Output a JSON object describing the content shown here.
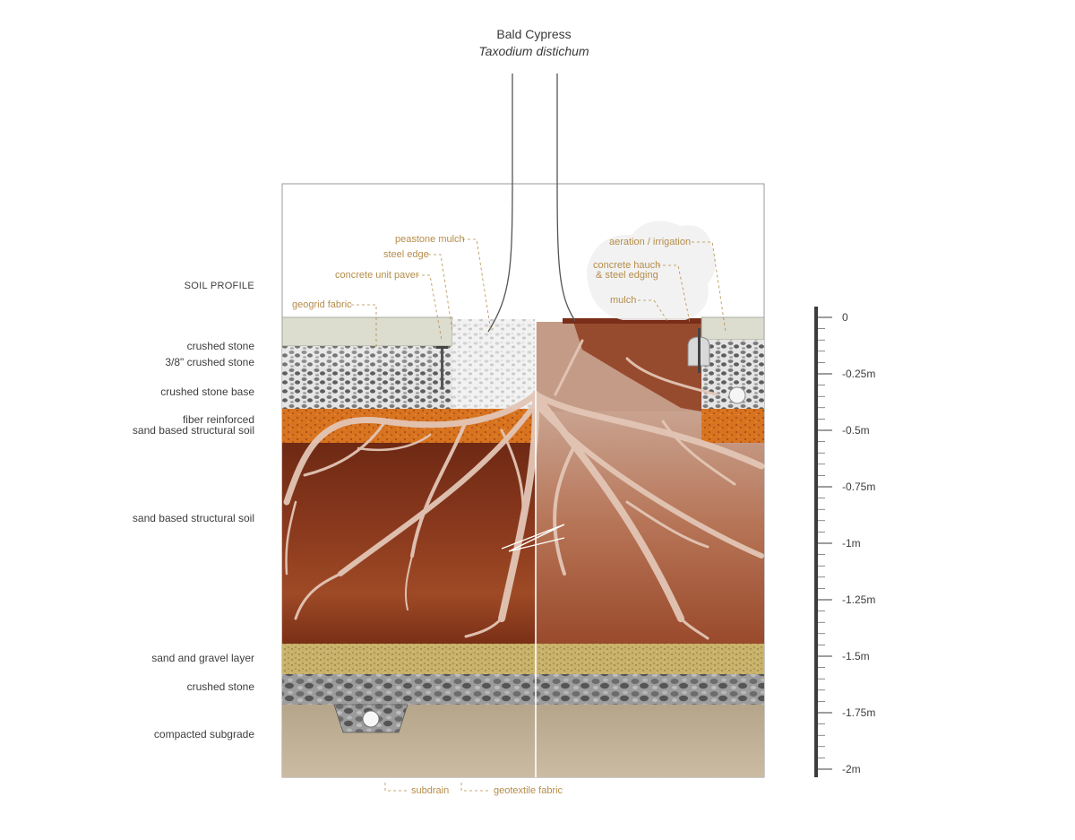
{
  "title": {
    "common_name": "Bald Cypress",
    "latin_name": "Taxodium distichum"
  },
  "profile_heading": "SOIL PROFILE",
  "layers": [
    {
      "label": "crushed stone"
    },
    {
      "label": "3/8\" crushed stone"
    },
    {
      "label": "crushed stone base"
    },
    {
      "label": "fiber reinforced"
    },
    {
      "label": "sand based structural soil"
    },
    {
      "label": "sand based structural soil"
    },
    {
      "label": "sand and gravel layer"
    },
    {
      "label": "crushed stone"
    },
    {
      "label": "compacted subgrade"
    }
  ],
  "callouts": {
    "peastone_mulch": "peastone mulch",
    "steel_edge": "steel edge",
    "concrete_unit_paver": "concrete unit paver",
    "geogrid_fabric": "geogrid fabric",
    "aeration_irrigation": "aeration / irrigation",
    "concrete_hauch_1": "concrete hauch",
    "concrete_hauch_2": "& steel edging",
    "mulch": "mulch",
    "subdrain": "subdrain",
    "geotextile_fabric": "geotextile fabric"
  },
  "scale": {
    "ticks": [
      "0",
      "-0.25m",
      "-0.5m",
      "-0.75m",
      "-1m",
      "-1.25m",
      "-1.5m",
      "-1.75m",
      "-2m"
    ]
  },
  "colors": {
    "soil_dark": "#7a2e17",
    "soil_mid": "#9a4424",
    "orange_layer": "#d8731f",
    "sand_gravel": "#c9b36b",
    "subgrade": "#bfae8e",
    "root": "#e3c6b6",
    "callout": "#b58d4a",
    "scale_bar": "#3c3c3c"
  }
}
